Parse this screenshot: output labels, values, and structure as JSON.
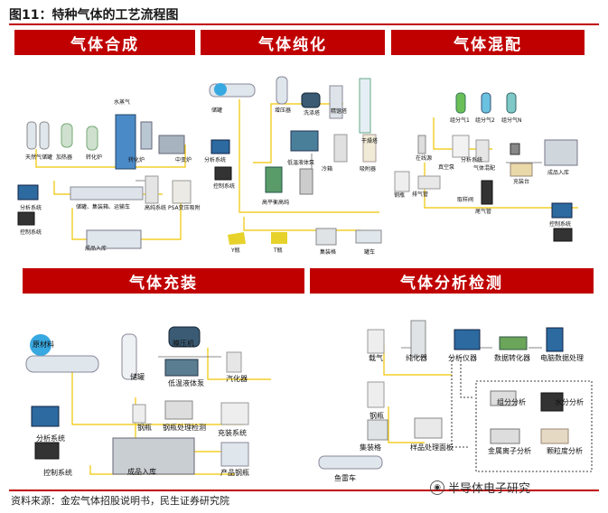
{
  "figure": {
    "title": "图11：特种气体的工艺流程图"
  },
  "panels": {
    "synthesis": {
      "title": "气体合成",
      "labels": {
        "water_vapor": "水蒸气",
        "raw_gas_tank": "天然气储罐",
        "heater": "加热器",
        "reformer": "转化炉",
        "converter": "转化炉",
        "flowmeter": "中变炉",
        "analysis": "分析系统",
        "control": "控制系统",
        "truck": "储罐、集装箱、运输车",
        "purifier": "高纯系统",
        "psa": "PSA变压吸附",
        "warehouse": "成品入库"
      }
    },
    "purification": {
      "title": "气体纯化",
      "labels": {
        "tanker": "储罐",
        "compressor": "增压器",
        "cleaner": "洗涤塔",
        "tower": "精馏塔",
        "dryer": "干燥塔",
        "cold_box": "冷箱",
        "adsorber": "吸附器",
        "analysis": "分析系统",
        "control": "控制系统",
        "low_temp_pump": "低温液体泵",
        "high_temp": "高平衡高纯",
        "y_bottle": "Y瓶",
        "t_bottle": "T瓶",
        "cylinder": "集装格",
        "tube_trailer": "罐车"
      }
    },
    "mixing": {
      "title": "气体混配",
      "labels": {
        "gas1": "组分气1",
        "gas2": "组分气2",
        "gasN": "组分气N",
        "source": "在线源",
        "vacuum": "真空泵",
        "analysis": "分析系统",
        "mix_station": "气体混配",
        "filler": "充装台",
        "bottles": "钢瓶",
        "purge": "排气管",
        "valve": "尾气管",
        "warehouse": "成品入库",
        "control": "控制系统",
        "sample": "取样阀"
      }
    },
    "filling": {
      "title": "气体充装",
      "labels": {
        "raw": "原材料",
        "compressor": "膜压机",
        "tank": "储罐",
        "pump": "低温液体泵",
        "vaporizer": "汽化器",
        "analysis": "分析系统",
        "bottle": "钢瓶",
        "inspect": "钢瓶处理检测",
        "filling": "充装系统",
        "control": "控制系统",
        "warehouse": "成品入库",
        "product": "产品钢瓶"
      }
    },
    "analysis": {
      "title": "气体分析检测",
      "labels": {
        "carrier": "载气",
        "purifier": "纯化器",
        "instrument": "分析仪器",
        "converter": "数据转化器",
        "computer": "电脑数据处理",
        "bottle": "钢瓶",
        "cylinder": "集装格",
        "panel": "样品处理面板",
        "truck": "鱼雷车",
        "component": "组分分析",
        "water": "水分分析",
        "metal": "金属离子分析",
        "particle": "颗粒度分析"
      }
    }
  },
  "footer": {
    "source": "资料来源：金宏气体招股说明书，民生证券研究院",
    "watermark": "半导体电子研究"
  }
}
